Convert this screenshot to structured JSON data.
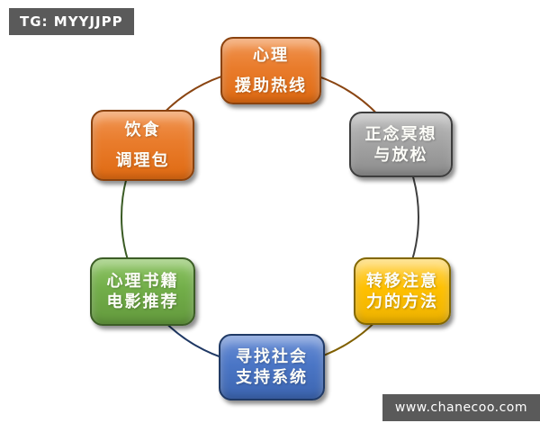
{
  "overlays": {
    "tg_label": "TG: MYYJJPP",
    "watermark": "www.chanecoo.com"
  },
  "diagram": {
    "type": "cycle",
    "nodes": [
      {
        "name": "psychological-hotline",
        "line1": "心理",
        "line2": "援助热线",
        "fill": "#E97C2C",
        "border": "#8A420E",
        "position": "top"
      },
      {
        "name": "mindfulness-relaxation",
        "line1": "正念冥想",
        "line2": "与放松",
        "fill": "#A5A5A5",
        "border": "#3D3D3D",
        "position": "top-right"
      },
      {
        "name": "attention-diversion",
        "line1": "转移注意",
        "line2": "力的方法",
        "fill": "#FFC000",
        "border": "#826700",
        "position": "bottom-right"
      },
      {
        "name": "social-support-system",
        "line1": "寻找社会",
        "line2": "支持系统",
        "fill": "#4B76C6",
        "border": "#203A66",
        "position": "bottom"
      },
      {
        "name": "books-movies-recommend",
        "line1": "心理书籍",
        "line2": "电影推荐",
        "fill": "#72AE49",
        "border": "#3C5D26",
        "position": "bottom-left"
      },
      {
        "name": "diet-conditioning",
        "line1": "饮食",
        "line2": "调理包",
        "fill": "#E97C2C",
        "border": "#8A420E",
        "position": "top-left"
      }
    ],
    "arcs": [
      {
        "from": "top",
        "to": "top-right",
        "color": "#8A4512"
      },
      {
        "from": "top-right",
        "to": "bottom-right",
        "color": "#3F3F3F"
      },
      {
        "from": "bottom-right",
        "to": "bottom",
        "color": "#806000"
      },
      {
        "from": "bottom",
        "to": "bottom-left",
        "color": "#1F3864"
      },
      {
        "from": "bottom-left",
        "to": "top-left",
        "color": "#3A5B24"
      },
      {
        "from": "top-left",
        "to": "top",
        "color": "#8A4512"
      }
    ]
  }
}
